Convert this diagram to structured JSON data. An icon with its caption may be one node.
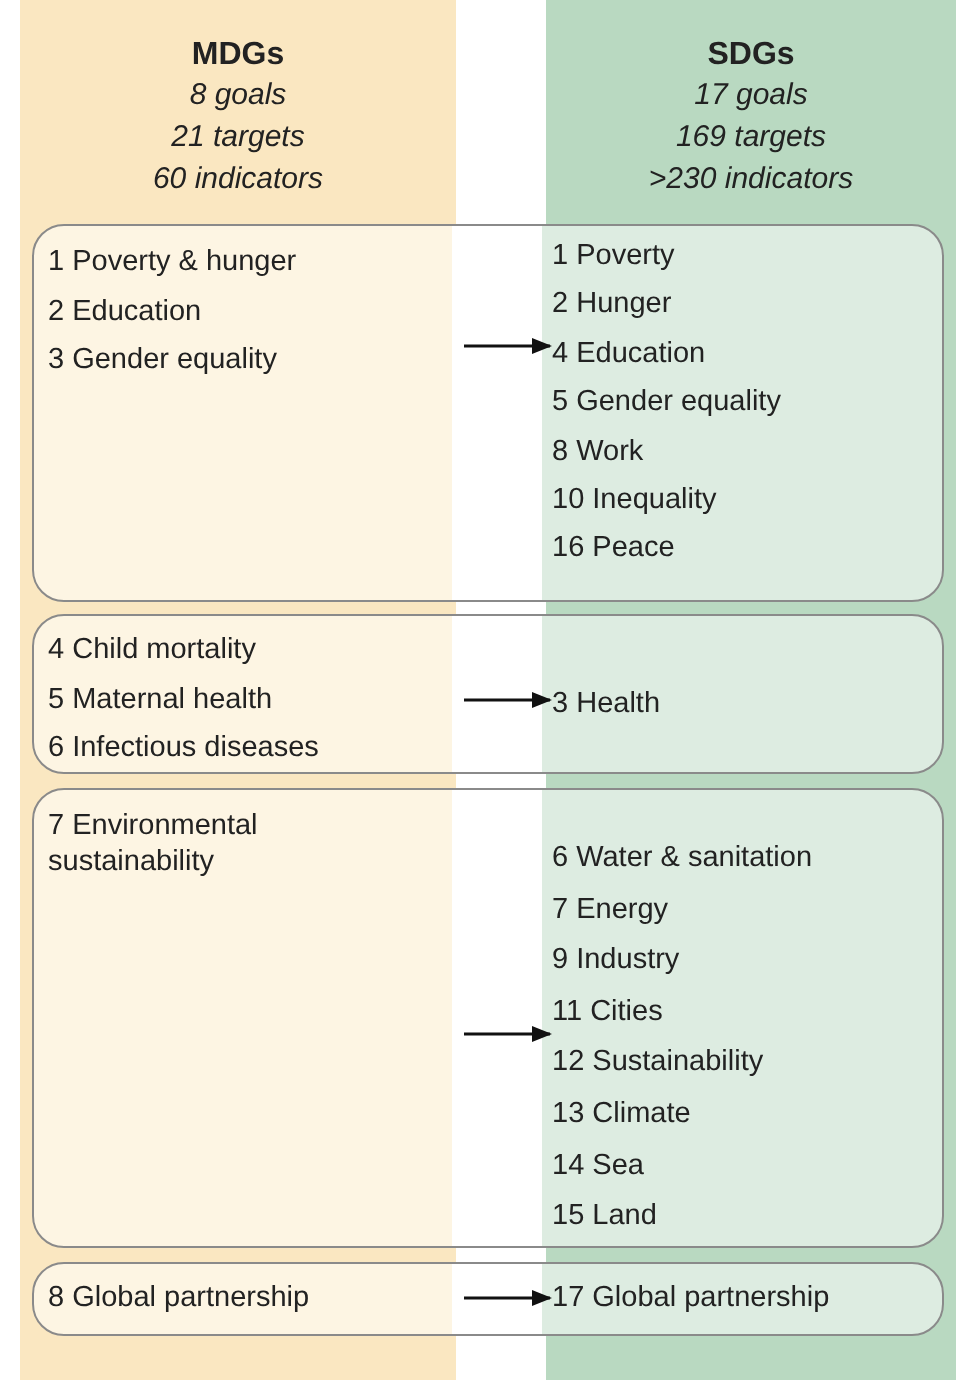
{
  "diagram": {
    "nodes": [
      {
        "text": [
          "MDGs",
          "8 goals",
          "21 targets",
          "60 indicators"
        ]
      },
      {
        "text": [
          "SDGs",
          "17 goals",
          "169 targets",
          ">230 indicators"
        ]
      },
      {
        "text": [],
        "shape": "box"
      },
      {
        "text": [
          "1 Poverty & hunger",
          "2 Education",
          "3 Gender equality"
        ]
      },
      {
        "text": [
          "1 Poverty",
          "2 Hunger",
          "4 Education",
          "5 Gender equality",
          "8 Work",
          "10 Inequality",
          "16 Peace"
        ]
      },
      {
        "text": [],
        "shape": "box"
      },
      {
        "text": [
          "4 Child mortality",
          "5 Maternal health",
          "6 Infectious diseases"
        ]
      },
      {
        "text": [
          "3 Health"
        ]
      },
      {
        "text": [],
        "shape": "box"
      },
      {
        "text": [
          "7 Environmental sustainability"
        ]
      },
      {
        "text": [
          "6 Water & sanitation",
          "7 Energy",
          "9 Industry",
          "11 Cities",
          "12 Sustainability",
          "13 Climate",
          "14 Sea",
          "15 Land"
        ]
      },
      {
        "text": [],
        "shape": "box"
      },
      {
        "text": [
          "8 Global partnership"
        ]
      },
      {
        "text": [
          "17 Global partnership"
        ]
      }
    ],
    "edges": [
      {
        "from": 2,
        "to": 4,
        "arrow": "to"
      },
      {
        "from": 5,
        "to": 7,
        "arrow": "to"
      },
      {
        "from": 8,
        "to": 10,
        "arrow": "to"
      },
      {
        "from": 11,
        "to": 13,
        "arrow": "to"
      }
    ]
  }
}
